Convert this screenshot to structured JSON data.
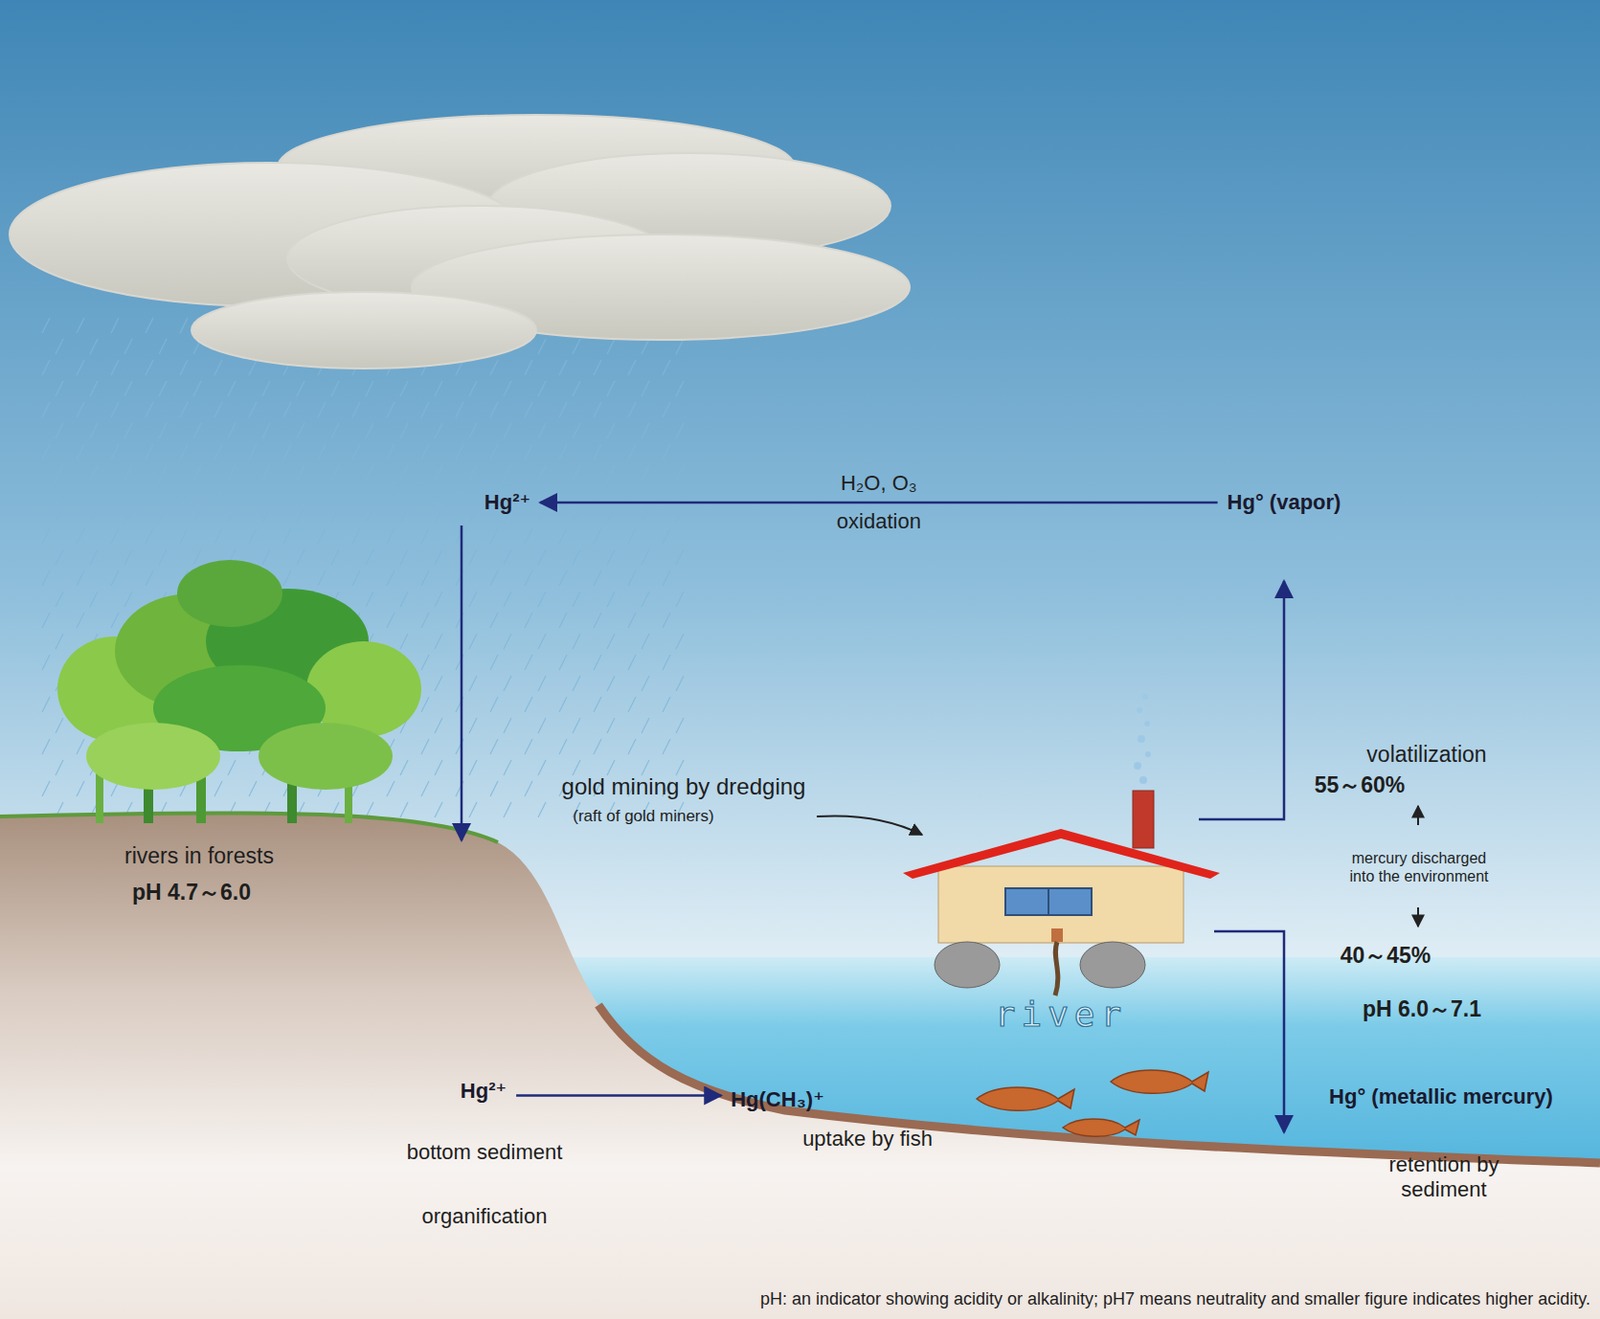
{
  "diagram": {
    "nodes": [
      {
        "text": [
          "Hg²⁺"
        ]
      },
      {
        "text": [
          "Hg° (vapor)"
        ]
      },
      {
        "text": [
          "Hg²⁺"
        ]
      },
      {
        "text": [
          "Hg(CH₃)⁺"
        ]
      },
      {
        "text": [
          "Hg° (metallic mercury)"
        ]
      }
    ],
    "edges": [
      {
        "from": 1,
        "to": 0,
        "arrow": "to",
        "label": "H₂O, O₃ oxidation"
      },
      {
        "from": 2,
        "to": 3,
        "arrow": "to"
      }
    ],
    "labels": [
      "gold mining by dredging",
      "(raft of gold miners)",
      "rivers in forests",
      "pH 4.7～6.0",
      "volatilization",
      "55～60%",
      "mercury discharged into the environment",
      "40～45%",
      "river",
      "pH 6.0～7.1",
      "uptake by fish",
      "bottom sediment",
      "organification",
      "retention by sediment",
      "pH: an indicator showing acidity or alkalinity; pH7 means neutrality and smaller figure indicates higher acidity."
    ]
  }
}
